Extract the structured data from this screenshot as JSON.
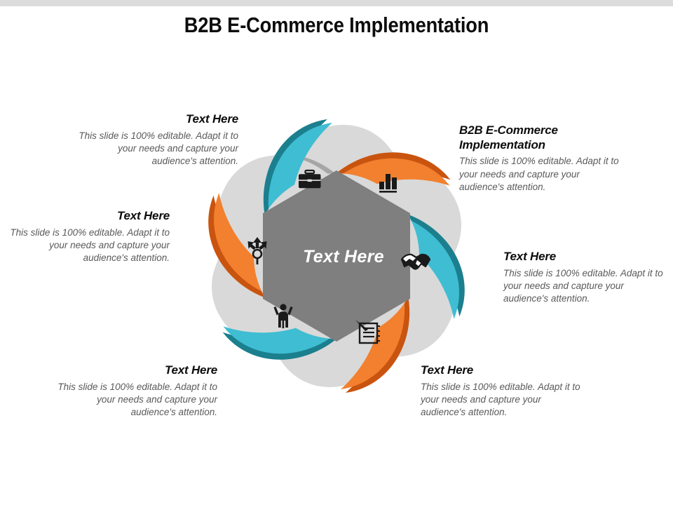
{
  "slide": {
    "title": "B2B E-Commerce Implementation",
    "background": "#ffffff",
    "top_strip_color": "#dcdcdc"
  },
  "center": {
    "label": "Text Here",
    "shape": "hexagon",
    "fill": "#7f7f7f",
    "text_color": "#ffffff"
  },
  "palette": {
    "petal_light": "#d9d9d9",
    "petal_shadow": "#a6a6a6",
    "teal": "#3fbdd2",
    "teal_dark": "#1b7f8e",
    "orange": "#f2802f",
    "orange_dark": "#c9540f",
    "center_gray": "#7f7f7f",
    "heading_text": "#0d0d0d",
    "body_text": "#5a5a5a"
  },
  "callouts": [
    {
      "id": "top-left",
      "heading": "Text Here",
      "body": "This slide is 100% editable. Adapt it to your needs and capture your audience's attention.",
      "align": "right",
      "icon": "briefcase-icon",
      "accent": "#3fbdd2"
    },
    {
      "id": "top-right",
      "heading": "B2B E-Commerce Implementation",
      "body": "This slide is 100% editable. Adapt it to your needs and capture your audience's attention.",
      "align": "left",
      "icon": "bar-chart-icon",
      "accent": "#f2802f"
    },
    {
      "id": "mid-left",
      "heading": "Text Here",
      "body": "This slide is 100% editable. Adapt it to your needs and capture your audience's attention.",
      "align": "right",
      "icon": "distribution-arrows-icon",
      "accent": "#f2802f"
    },
    {
      "id": "mid-right",
      "heading": "Text Here",
      "body": "This slide is 100% editable. Adapt it to your needs and capture your audience's attention.",
      "align": "left",
      "icon": "handshake-icon",
      "accent": "#3fbdd2"
    },
    {
      "id": "bottom-left",
      "heading": "Text Here",
      "body": "This slide is 100% editable. Adapt it to your needs and capture your audience's attention.",
      "align": "right",
      "icon": "person-celebrating-icon",
      "accent": "#3fbdd2"
    },
    {
      "id": "bottom-right",
      "heading": "Text Here",
      "body": "This slide is 100% editable. Adapt it to your needs and capture your audience's attention.",
      "align": "left",
      "icon": "notepad-pen-icon",
      "accent": "#f2802f"
    }
  ]
}
